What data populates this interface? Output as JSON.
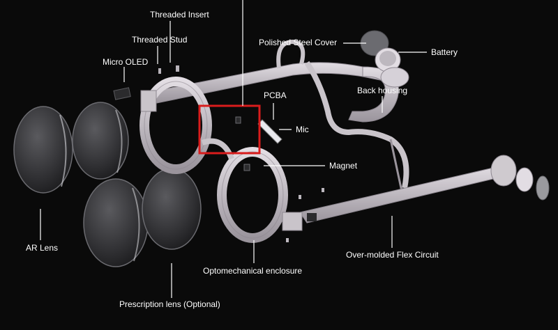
{
  "labels": {
    "threaded_insert": "Threaded Insert",
    "threaded_stud": "Threaded Stud",
    "micro_oled": "Micro OLED",
    "polished_steel_cover": "Polished Steel Cover",
    "battery": "Battery",
    "back_housing": "Back housing",
    "pcba": "PCBA",
    "mic": "Mic",
    "magnet": "Magnet",
    "ar_lens": "AR Lens",
    "over_molded_flex_circuit": "Over-molded Flex Circuit",
    "optomechanical_enclosure": "Optomechanical enclosure",
    "prescription_lens": "Prescription lens (Optional)"
  },
  "colors": {
    "background": "#0a0a0a",
    "frame": "#c9c4ca",
    "frame_shadow": "#8d8790",
    "lens_dark": "#3a3a3c",
    "lens_edge": "#6b6b70",
    "highlight_box": "#d91c1c",
    "label_text": "#ffffff",
    "leader_line": "#ffffff"
  }
}
